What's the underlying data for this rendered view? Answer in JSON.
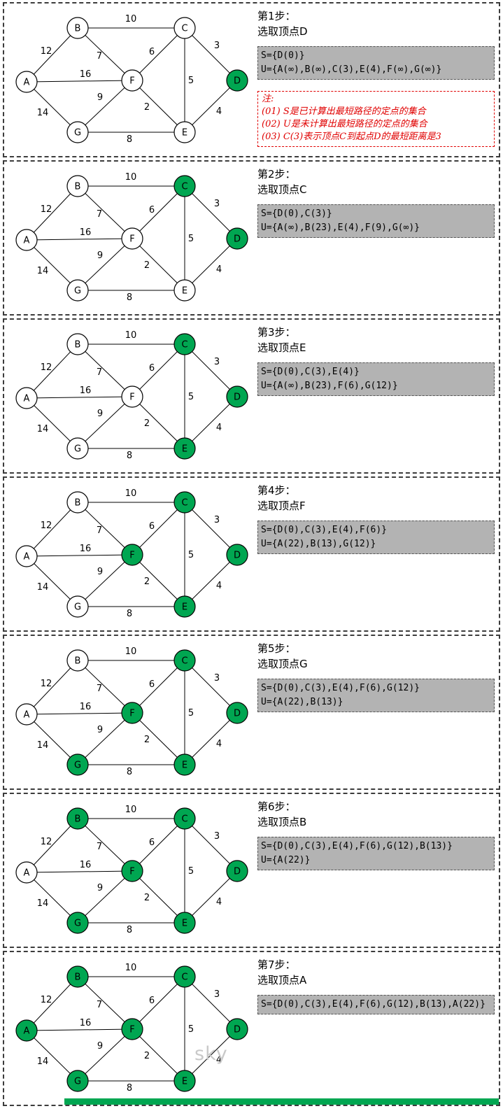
{
  "colors": {
    "green": "#00a651",
    "node_white": "#ffffff",
    "gray_box": "#b3b3b3",
    "note_red": "#e00000"
  },
  "graph": {
    "nodes": [
      "A",
      "B",
      "C",
      "D",
      "E",
      "F",
      "G"
    ],
    "edges": [
      {
        "from": "A",
        "to": "B",
        "weight": "12"
      },
      {
        "from": "B",
        "to": "C",
        "weight": "10"
      },
      {
        "from": "B",
        "to": "F",
        "weight": "7"
      },
      {
        "from": "C",
        "to": "F",
        "weight": "6"
      },
      {
        "from": "C",
        "to": "D",
        "weight": "3"
      },
      {
        "from": "A",
        "to": "F",
        "weight": "16"
      },
      {
        "from": "C",
        "to": "E",
        "weight": "5"
      },
      {
        "from": "F",
        "to": "E",
        "weight": "2"
      },
      {
        "from": "F",
        "to": "G",
        "weight": "9"
      },
      {
        "from": "A",
        "to": "G",
        "weight": "14"
      },
      {
        "from": "G",
        "to": "E",
        "weight": "8"
      },
      {
        "from": "D",
        "to": "E",
        "weight": "4"
      }
    ]
  },
  "note": {
    "title": "注:",
    "lines": [
      "(01) S是已计算出最短路径的定点的集合",
      "(02) U是未计算出最短路径的定点的集合",
      "(03) C(3)表示顶点C到起点D的最短距离是3"
    ]
  },
  "watermark": "sky",
  "steps": [
    {
      "title": "第1步：",
      "subtitle": "选取顶点D",
      "green": [
        "D"
      ],
      "s_line": "S={D(0)}",
      "u_line": "U={A(∞),B(∞),C(3),E(4),F(∞),G(∞)}",
      "has_note": true
    },
    {
      "title": "第2步：",
      "subtitle": "选取顶点C",
      "green": [
        "C",
        "D"
      ],
      "s_line": "S={D(0),C(3)}",
      "u_line": "U={A(∞),B(23),E(4),F(9),G(∞)}"
    },
    {
      "title": "第3步：",
      "subtitle": "选取顶点E",
      "green": [
        "C",
        "D",
        "E"
      ],
      "s_line": "S={D(0),C(3),E(4)}",
      "u_line": "U={A(∞),B(23),F(6),G(12)}"
    },
    {
      "title": "第4步：",
      "subtitle": "选取顶点F",
      "green": [
        "C",
        "D",
        "E",
        "F"
      ],
      "s_line": "S={D(0),C(3),E(4),F(6)}",
      "u_line": "U={A(22),B(13),G(12)}"
    },
    {
      "title": "第5步：",
      "subtitle": "选取顶点G",
      "green": [
        "C",
        "D",
        "E",
        "F",
        "G"
      ],
      "s_line": "S={D(0),C(3),E(4),F(6),G(12)}",
      "u_line": "U={A(22),B(13)}"
    },
    {
      "title": "第6步：",
      "subtitle": "选取顶点B",
      "green": [
        "B",
        "C",
        "D",
        "E",
        "F",
        "G"
      ],
      "s_line": "S={D(0),C(3),E(4),F(6),G(12),B(13)}",
      "u_line": "U={A(22)}"
    },
    {
      "title": "第7步：",
      "subtitle": "选取顶点A",
      "green": [
        "A",
        "B",
        "C",
        "D",
        "E",
        "F",
        "G"
      ],
      "s_line": "S={D(0),C(3),E(4),F(6),G(12),B(13),A(22)}",
      "has_watermark": true
    }
  ]
}
